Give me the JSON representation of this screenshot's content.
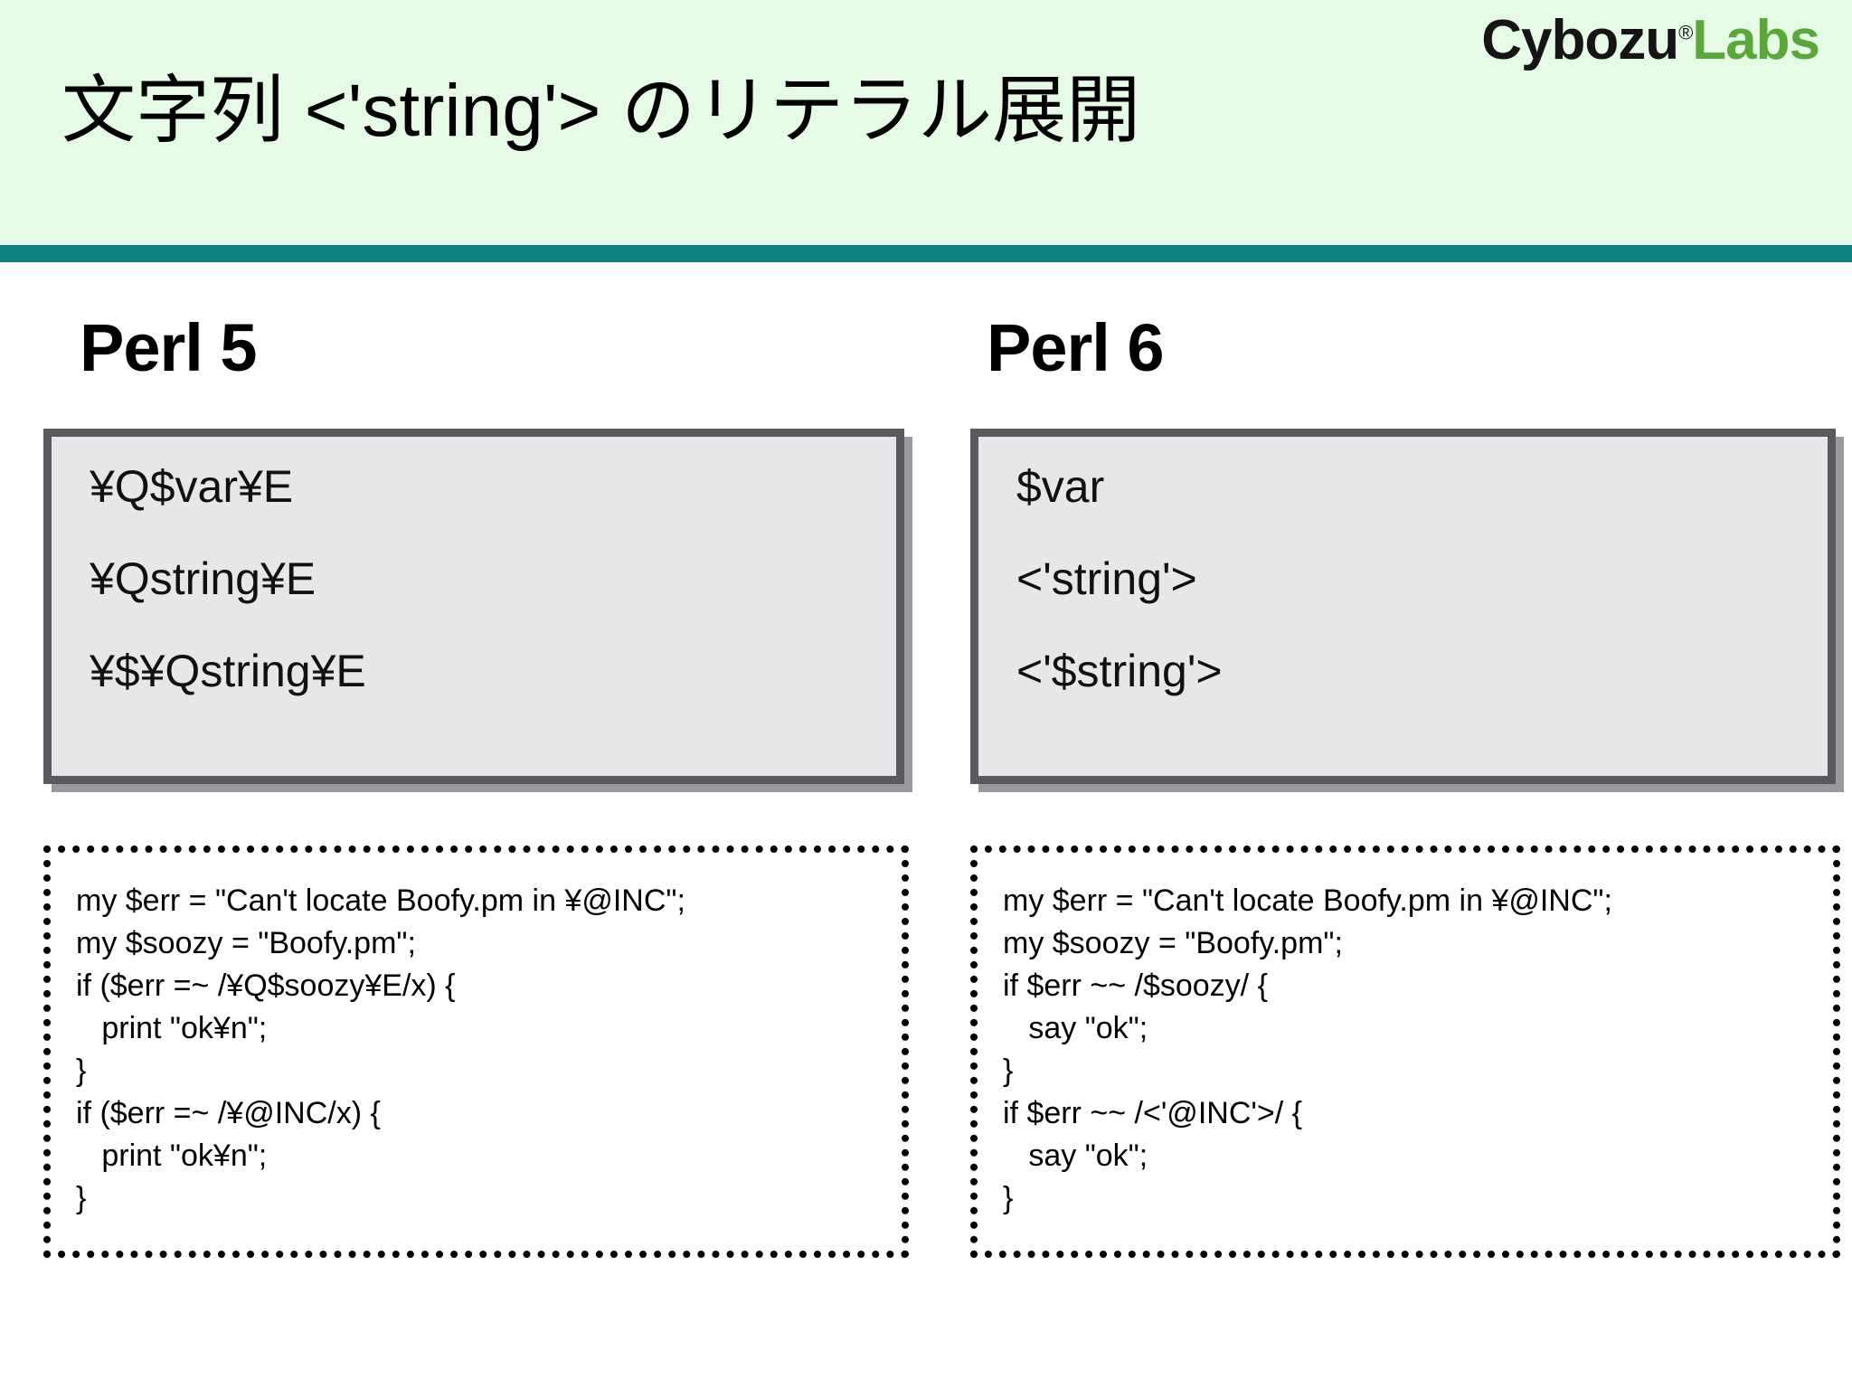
{
  "header": {
    "title": "文字列 <'string'> のリテラル展開",
    "background_color": "#E6FBE6",
    "rule_color": "#0B8080",
    "logo": {
      "primary": "Cybozu",
      "registered_mark": "®",
      "secondary": "Labs",
      "primary_color": "#151515",
      "secondary_color": "#5AA83A"
    }
  },
  "columns": [
    {
      "heading": "Perl 5",
      "literal_box": {
        "fill_color": "#E7E7EA",
        "border_color": "#5A595E",
        "shadow_color": "#9A989D",
        "lines": [
          "¥Q$var¥E",
          "¥Qstring¥E",
          "¥$¥Qstring¥E"
        ]
      },
      "code_box": {
        "border_style": "dotted",
        "border_color": "#000000",
        "lines": [
          "my $err = \"Can't locate Boofy.pm in ¥@INC\";",
          "my $soozy = \"Boofy.pm\";",
          "if ($err =~ /¥Q$soozy¥E/x) {",
          "   print \"ok¥n\";",
          "}",
          "if ($err =~ /¥@INC/x) {",
          "   print \"ok¥n\";",
          "}"
        ]
      }
    },
    {
      "heading": "Perl 6",
      "literal_box": {
        "fill_color": "#E7E7EA",
        "border_color": "#5A595E",
        "shadow_color": "#9A989D",
        "lines": [
          "$var",
          "<'string'>",
          "<'$string'>"
        ]
      },
      "code_box": {
        "border_style": "dotted",
        "border_color": "#000000",
        "lines": [
          "my $err = \"Can't locate Boofy.pm in ¥@INC\";",
          "my $soozy = \"Boofy.pm\";",
          "if $err ~~ /$soozy/ {",
          "   say \"ok\";",
          "}",
          "if $err ~~ /<'@INC'>/ {",
          "   say \"ok\";",
          "}"
        ]
      }
    }
  ]
}
